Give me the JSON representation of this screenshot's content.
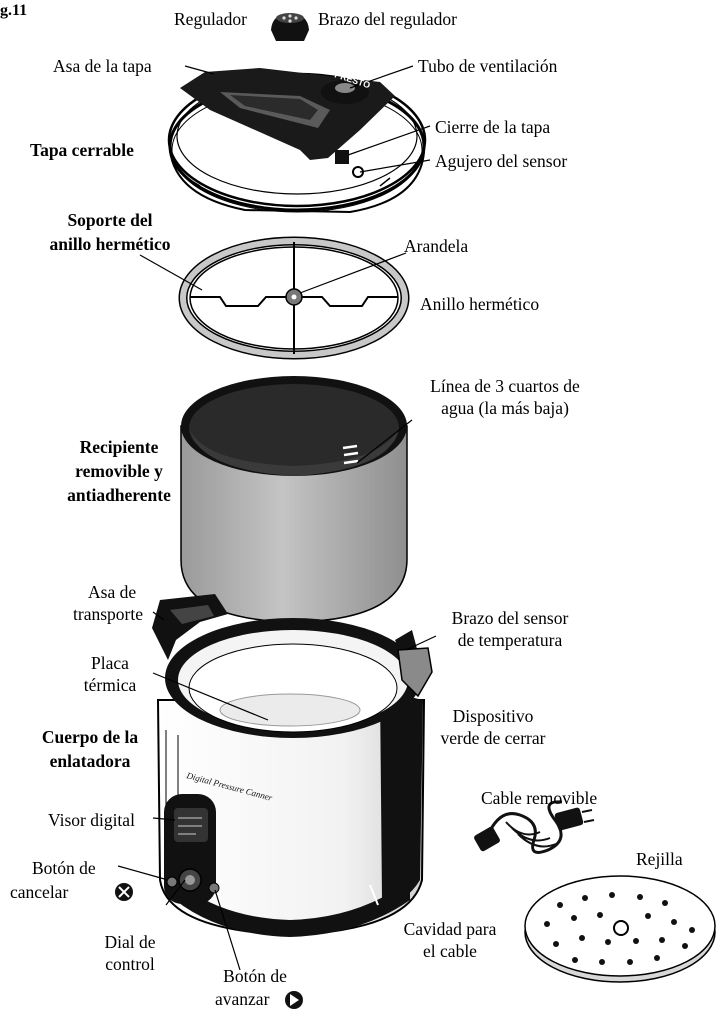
{
  "figure_tag": "g.11",
  "labels": {
    "regulador": "Regulador",
    "brazo_regulador": "Brazo del regulador",
    "asa_tapa": "Asa de la tapa",
    "tubo_ventilacion": "Tubo de ventilación",
    "cierre_tapa": "Cierre de la tapa",
    "tapa_cerrable": "Tapa cerrable",
    "agujero_sensor": "Agujero del sensor",
    "soporte_anillo_1": "Soporte del",
    "soporte_anillo_2": "anillo hermético",
    "arandela": "Arandela",
    "anillo_hermetico": "Anillo hermético",
    "linea_agua_1": "Línea de 3 cuartos de",
    "linea_agua_2": "agua (la más baja)",
    "recipiente_1": "Recipiente",
    "recipiente_2": "removible y",
    "recipiente_3": "antiadherente",
    "asa_transporte_1": "Asa de",
    "asa_transporte_2": "transporte",
    "brazo_sensor_1": "Brazo del sensor",
    "brazo_sensor_2": "de temperatura",
    "placa_termica_1": "Placa",
    "placa_termica_2": "térmica",
    "dispositivo_1": "Dispositivo",
    "dispositivo_2": "verde de cerrar",
    "cuerpo_1": "Cuerpo de la",
    "cuerpo_2": "enlatadora",
    "cable_removible": "Cable removible",
    "visor_digital": "Visor digital",
    "rejilla": "Rejilla",
    "boton_cancelar_1": "Botón de",
    "boton_cancelar_2": "cancelar",
    "cavidad_1": "Cavidad para",
    "cavidad_2": "el cable",
    "dial_1": "Dial de",
    "dial_2": "control",
    "boton_avanzar_1": "Botón de",
    "boton_avanzar_2": "avanzar"
  },
  "product_text": {
    "lid_brand": "PRESTO",
    "body_script": "Digital Pressure Canner"
  },
  "icons": {
    "cancel": "x-in-circle-icon",
    "advance": "play-triangle-in-circle-icon"
  },
  "colors": {
    "ink": "#000000",
    "pot_gray": "#a9a9a9",
    "ring_gray": "#b5b5b5",
    "lock_gray": "#8a8a8a"
  }
}
